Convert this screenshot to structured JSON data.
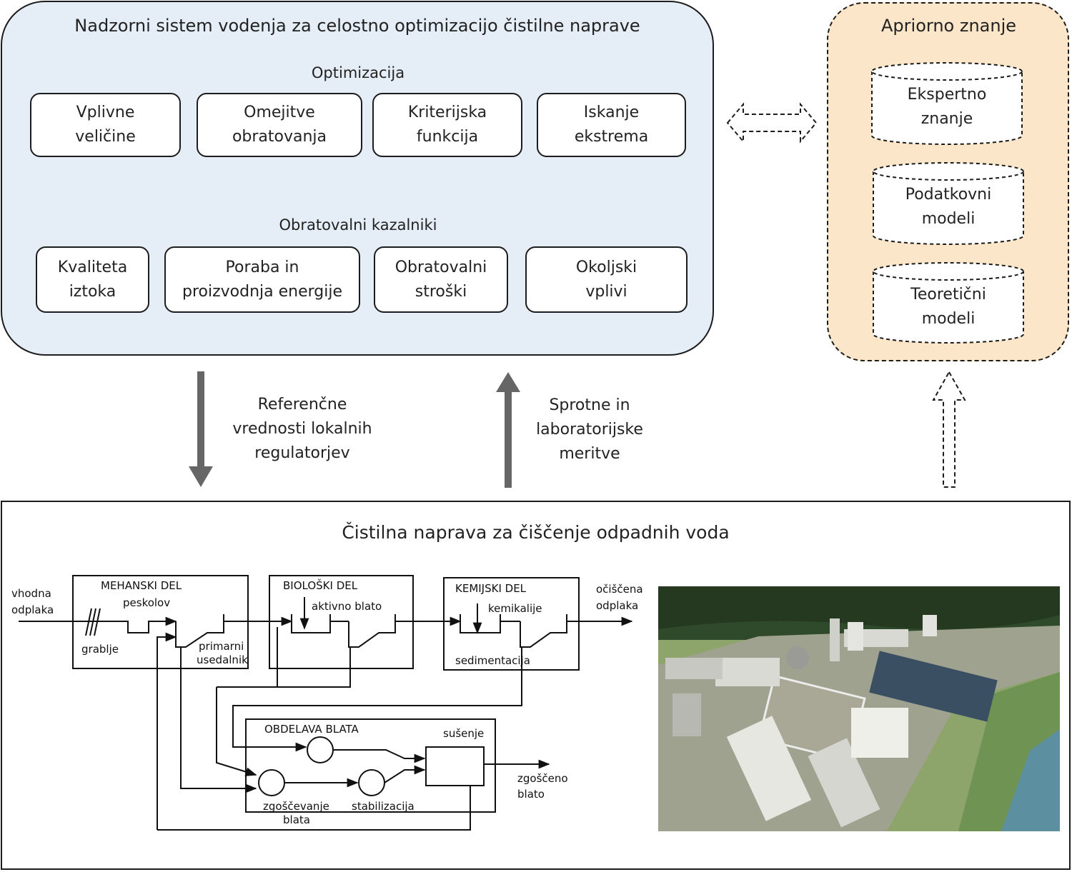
{
  "supervisory": {
    "title": "Nadzorni sistem vodenja za celostno optimizacijo čistilne naprave",
    "optimization": {
      "label": "Optimizacija",
      "boxes": [
        "Vplivne\nveličine",
        "Omejitve\nobratovanja",
        "Kriterijska\nfunkcija",
        "Iskanje\nekstrema"
      ]
    },
    "indicators": {
      "label": "Obratovalni kazalniki",
      "boxes": [
        "Kvaliteta\niztoka",
        "Poraba in\nproizvodnja energije",
        "Obratovalni\nstroški",
        "Okoljski\nvplivi"
      ]
    }
  },
  "knowledge": {
    "title": "Apriorno znanje",
    "stores": [
      "Ekspertno\nznanje",
      "Podatkovni\nmodeli",
      "Teoretični\nmodeli"
    ]
  },
  "flows": {
    "down_label": "Referenčne\nvrednosti lokalnih\nregulatorjev",
    "up_label": "Sprotne in\nlaboratorijske\nmeritve"
  },
  "plant": {
    "title": "Čistilna naprava za čiščenje odpadnih voda",
    "schematic": {
      "inflow": [
        "vhodna",
        "odplaka"
      ],
      "outflow": [
        "očiščena",
        "odplaka"
      ],
      "mechanical": "MEHANSKI DEL",
      "grit": "peskolov",
      "screens": "grablje",
      "primary": [
        "primarni",
        "usedalnik"
      ],
      "biological": "BIOLOŠKI DEL",
      "activated_sludge": "aktivno blato",
      "chemical": "KEMIJSKI DEL",
      "chemicals": "kemikalije",
      "sedimentation": "sedimentacija",
      "sludge_treatment": "OBDELAVA BLATA",
      "drying": "sušenje",
      "thickening": [
        "zgoščevanje",
        "blata"
      ],
      "stabilization": "stabilizacija",
      "thickened_sludge": [
        "zgoščeno",
        "blato"
      ]
    }
  },
  "colors": {
    "supervisory_bg": "#e5edf6",
    "knowledge_bg": "#fbe6c9",
    "flow_arrow": "#666666"
  }
}
